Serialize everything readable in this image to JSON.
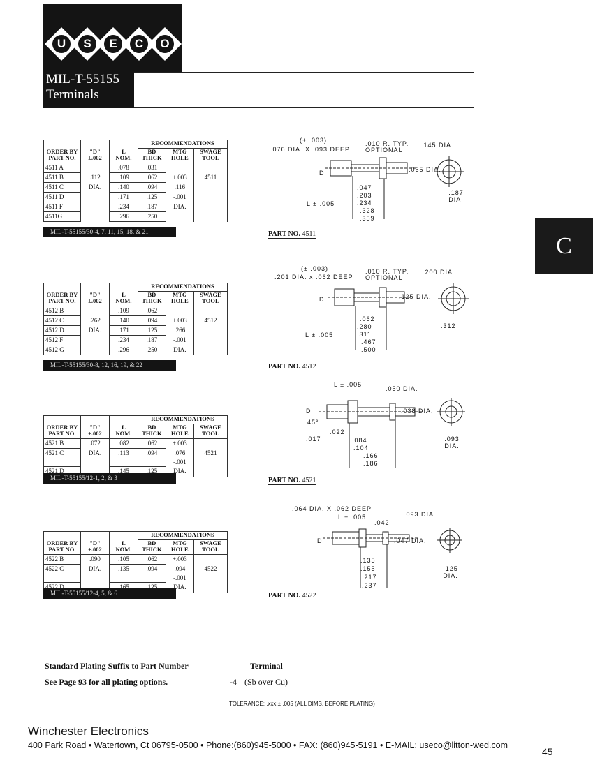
{
  "logo": {
    "letters": [
      "U",
      "S",
      "E",
      "C",
      "O"
    ]
  },
  "title": {
    "line1": "MIL-T-55155",
    "line2": "Terminals"
  },
  "section_tab": "C",
  "table_headers": {
    "order": "ORDER BY PART NO.",
    "d": "\"D\"",
    "d_tol": "±.002",
    "l": "L",
    "l_nom": "NOM.",
    "recommendations": "RECOMMENDATIONS",
    "bd": "BD THICK",
    "mtg": "MTG HOLE",
    "swage": "SWAGE TOOL"
  },
  "tables": [
    {
      "part_label": "PART NO.",
      "part_no": "4511",
      "spec": "MIL-T-55155/30-4, 7, 11, 15, 18, & 21",
      "rows": [
        {
          "part": "4511 A",
          "d": "",
          "l": ".078",
          "bd": ".031",
          "mtg": "",
          "swage": ""
        },
        {
          "part": "4511 B",
          "d": ".112",
          "l": ".109",
          "bd": ".062",
          "mtg": "+.003",
          "swage": "4511"
        },
        {
          "part": "4511 C",
          "d": "DIA.",
          "l": ".140",
          "bd": ".094",
          "mtg": ".116",
          "swage": ""
        },
        {
          "part": "4511 D",
          "d": "",
          "l": ".171",
          "bd": ".125",
          "mtg": "-.001",
          "swage": ""
        },
        {
          "part": "4511 F",
          "d": "",
          "l": ".234",
          "bd": ".187",
          "mtg": "DIA.",
          "swage": ""
        },
        {
          "part": "4511G",
          "d": "",
          "l": ".296",
          "bd": ".250",
          "mtg": "",
          "swage": ""
        }
      ]
    },
    {
      "part_label": "PART NO.",
      "part_no": "4512",
      "spec": "MIL-T-55155/30-8, 12, 16, 19, & 22",
      "rows": [
        {
          "part": "4512 B",
          "d": "",
          "l": ".109",
          "bd": ".062",
          "mtg": "",
          "swage": ""
        },
        {
          "part": "4512 C",
          "d": ".262",
          "l": ".140",
          "bd": ".094",
          "mtg": "+.003",
          "swage": "4512"
        },
        {
          "part": "4512 D",
          "d": "DIA.",
          "l": ".171",
          "bd": ".125",
          "mtg": ".266",
          "swage": ""
        },
        {
          "part": "4512 F",
          "d": "",
          "l": ".234",
          "bd": ".187",
          "mtg": "-.001",
          "swage": ""
        },
        {
          "part": "4512 G",
          "d": "",
          "l": ".296",
          "bd": ".250",
          "mtg": "DIA.",
          "swage": ""
        }
      ]
    },
    {
      "part_label": "PART NO.",
      "part_no": "4521",
      "spec": "MIL-T-55155/12-1, 2, & 3",
      "mtg_block": "+.003 .076 -.001 DIA.",
      "rows": [
        {
          "part": "4521 B",
          "d": ".072",
          "l": ".082",
          "bd": ".062",
          "mtg": "+.003",
          "swage": ""
        },
        {
          "part": "4521 C",
          "d": "DIA.",
          "l": ".113",
          "bd": ".094",
          "mtg": ".076 -.001",
          "swage": "4521"
        },
        {
          "part": "4521 D",
          "d": "",
          "l": ".145",
          "bd": ".125",
          "mtg": "DIA.",
          "swage": ""
        }
      ]
    },
    {
      "part_label": "PART NO.",
      "part_no": "4522",
      "spec": "MIL-T-55155/12-4, 5, & 6",
      "rows": [
        {
          "part": "4522 B",
          "d": ".090",
          "l": ".105",
          "bd": ".062",
          "mtg": "+.003",
          "swage": ""
        },
        {
          "part": "4522 C",
          "d": "DIA.",
          "l": ".135",
          "bd": ".094",
          "mtg": ".094 -.001",
          "swage": "4522"
        },
        {
          "part": "4522 D",
          "d": "",
          "l": ".165",
          "bd": ".125",
          "mtg": "DIA.",
          "swage": ""
        }
      ]
    }
  ],
  "drawings": {
    "d1": {
      "tol": "(± .003)",
      "dia": ".076 DIA. X .093 DEEP",
      "r": ".010 R. TYP.",
      "opt": "OPTIONAL",
      "head": ".145 DIA.",
      "shank": ".065 DIA.",
      "flange": ".187 DIA.",
      "l": "L ± .005",
      "d": "D",
      "dims": [
        ".047",
        ".203",
        ".234",
        ".328",
        ".359"
      ]
    },
    "d2": {
      "tol": "(± .003)",
      "dia": ".201 DIA. x .062 DEEP",
      "r": ".010 R. TYP.",
      "opt": "OPTIONAL",
      "head": ".200 DIA.",
      "shank": ".125 DIA.",
      "flange": ".312",
      "l": "L ± .005",
      "d": "D",
      "dims": [
        ".062",
        ".280",
        ".311",
        ".467",
        ".500"
      ]
    },
    "d3": {
      "l": "L ± .005",
      "head": ".050 DIA.",
      "shank": ".038 DIA.",
      "flange": ".093 DIA.",
      "d": "D",
      "angle": "45°",
      "chamfer": ".017",
      "tip": ".022",
      "dims": [
        ".084",
        ".104",
        ".166",
        ".186"
      ]
    },
    "d4": {
      "dia": ".064 DIA. X .062 DEEP",
      "l": "L ± .005",
      "w": ".042",
      "head": ".093 DIA.",
      "shank": ".047 DIA.",
      "flange": ".125 DIA.",
      "d": "D",
      "dims": [
        ".135",
        ".155",
        ".217",
        ".237"
      ]
    }
  },
  "plating": {
    "suffix_label": "Standard Plating Suffix to Part Number",
    "see_page": "See Page 93 for all plating options.",
    "terminal_label": "Terminal",
    "code": "-4",
    "desc": "(Sb over Cu)"
  },
  "tolerance": "TOLERANCE: .xxx ± .005 (ALL DIMS. BEFORE PLATING)",
  "footer": {
    "company": "Winchester Electronics",
    "address": "400 Park Road • Watertown, Ct 06795-0500 • Phone:(860)945-5000 • FAX: (860)945-5191 • E-MAIL: useco@litton-wed.com",
    "page": "45"
  }
}
